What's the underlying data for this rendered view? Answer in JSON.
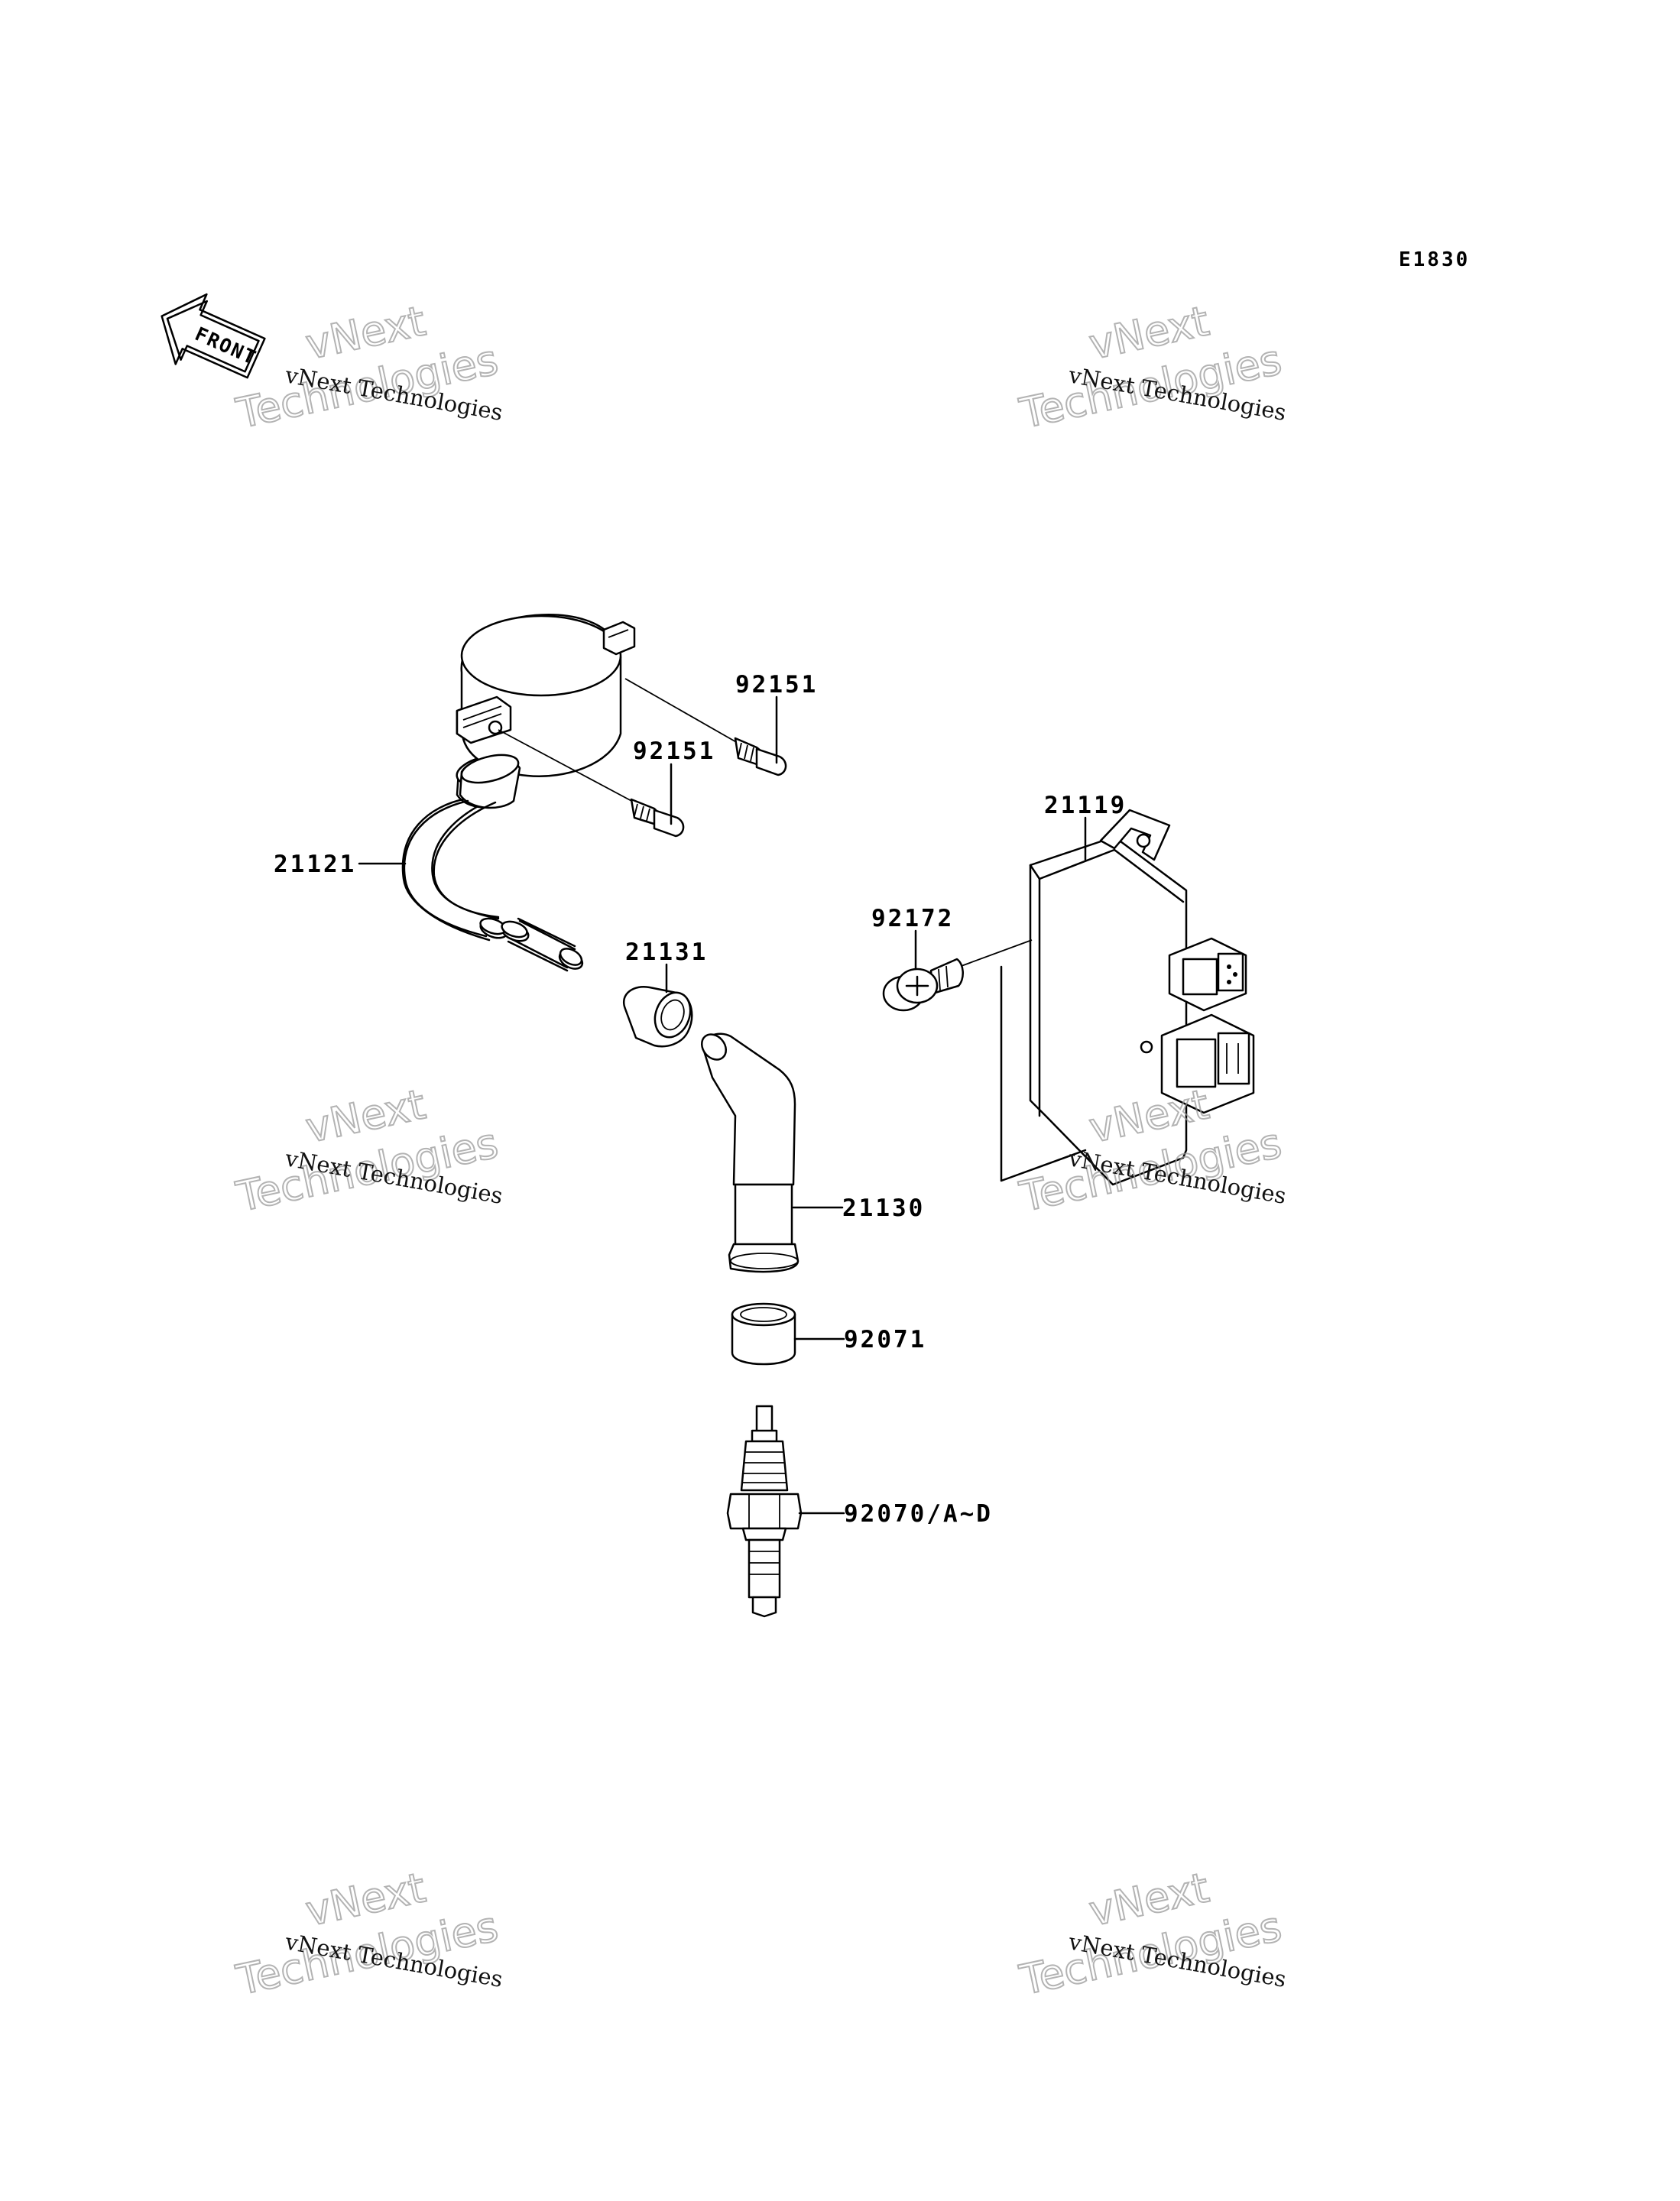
{
  "diagram": {
    "code": "E1830",
    "front_label": "FRONT",
    "parts": {
      "bolt_upper": "92151",
      "bolt_lower": "92151",
      "igniter": "21119",
      "ignition_coil": "21121",
      "screw": "92172",
      "cap_seal": "21131",
      "plug_cap": "21130",
      "seal_ring": "92071",
      "spark_plug": "92070/A~D"
    }
  },
  "watermark": {
    "line1": "vNext",
    "line2": "Technologies",
    "line_small": "vNext Technologies"
  }
}
